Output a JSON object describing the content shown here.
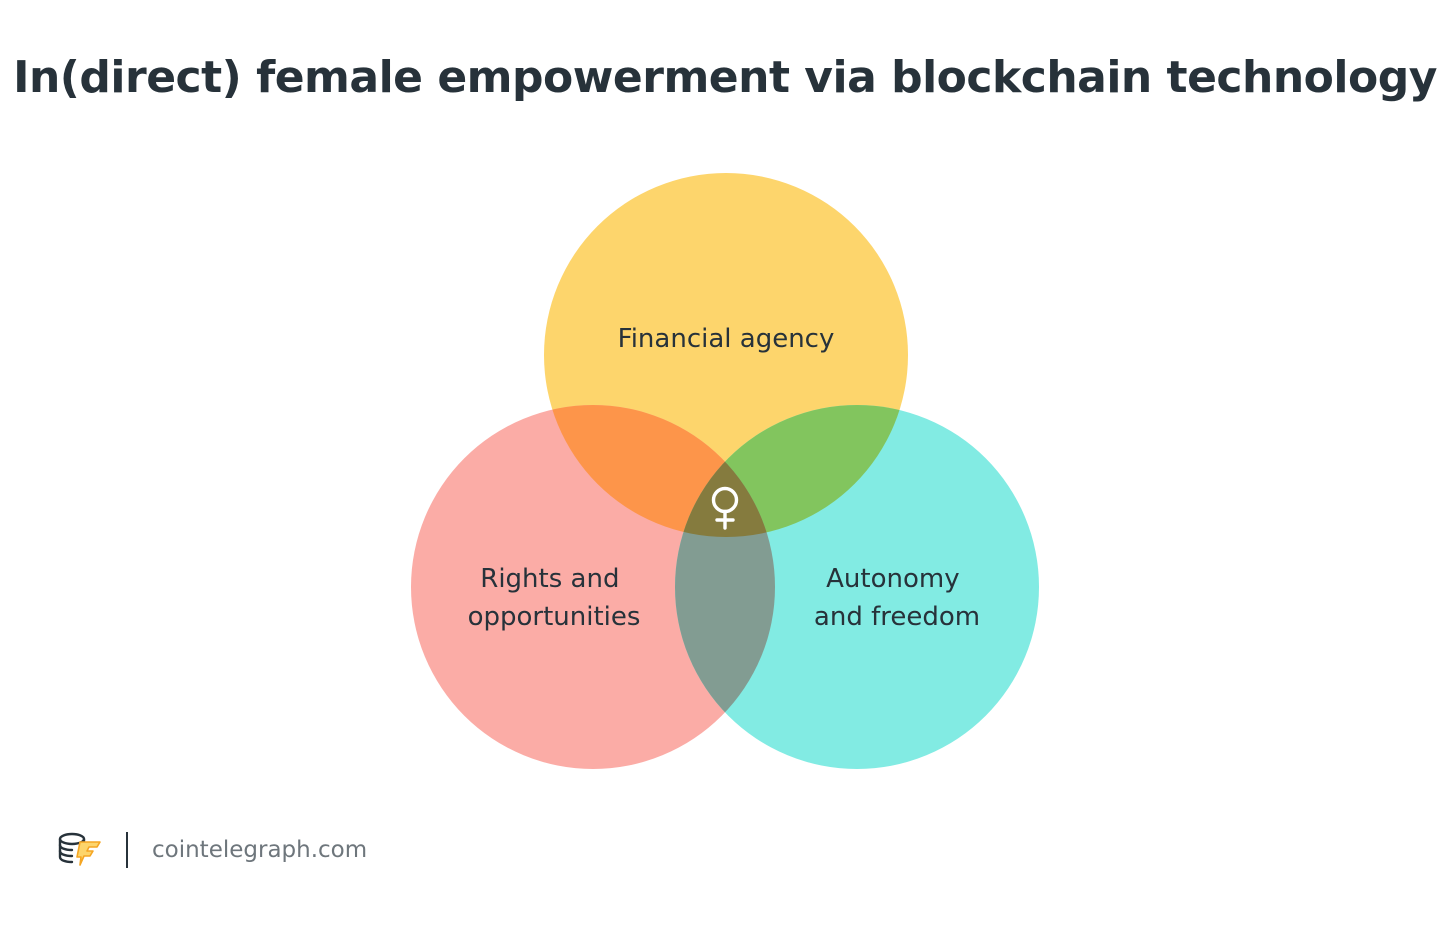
{
  "title": "In(direct) female empowerment via blockchain technology",
  "diagram": {
    "sets": [
      {
        "label_lines": [
          "Financial agency"
        ],
        "color": "#fdd56c"
      },
      {
        "label_lines": [
          "Rights and",
          "opportunities"
        ],
        "color": "#fbaca6"
      },
      {
        "label_lines": [
          "Autonomy",
          "and freedom"
        ],
        "color": "#82ebe3"
      }
    ],
    "overlap_colors": {
      "financial_rights": "#fd954a",
      "financial_autonomy": "#82c55e",
      "rights_autonomy": "#829c92",
      "center": "#857b3e"
    },
    "center_icon": "female-symbol-icon"
  },
  "footer": {
    "logo_icon": "cointelegraph-logo-icon",
    "source": "cointelegraph.com"
  }
}
